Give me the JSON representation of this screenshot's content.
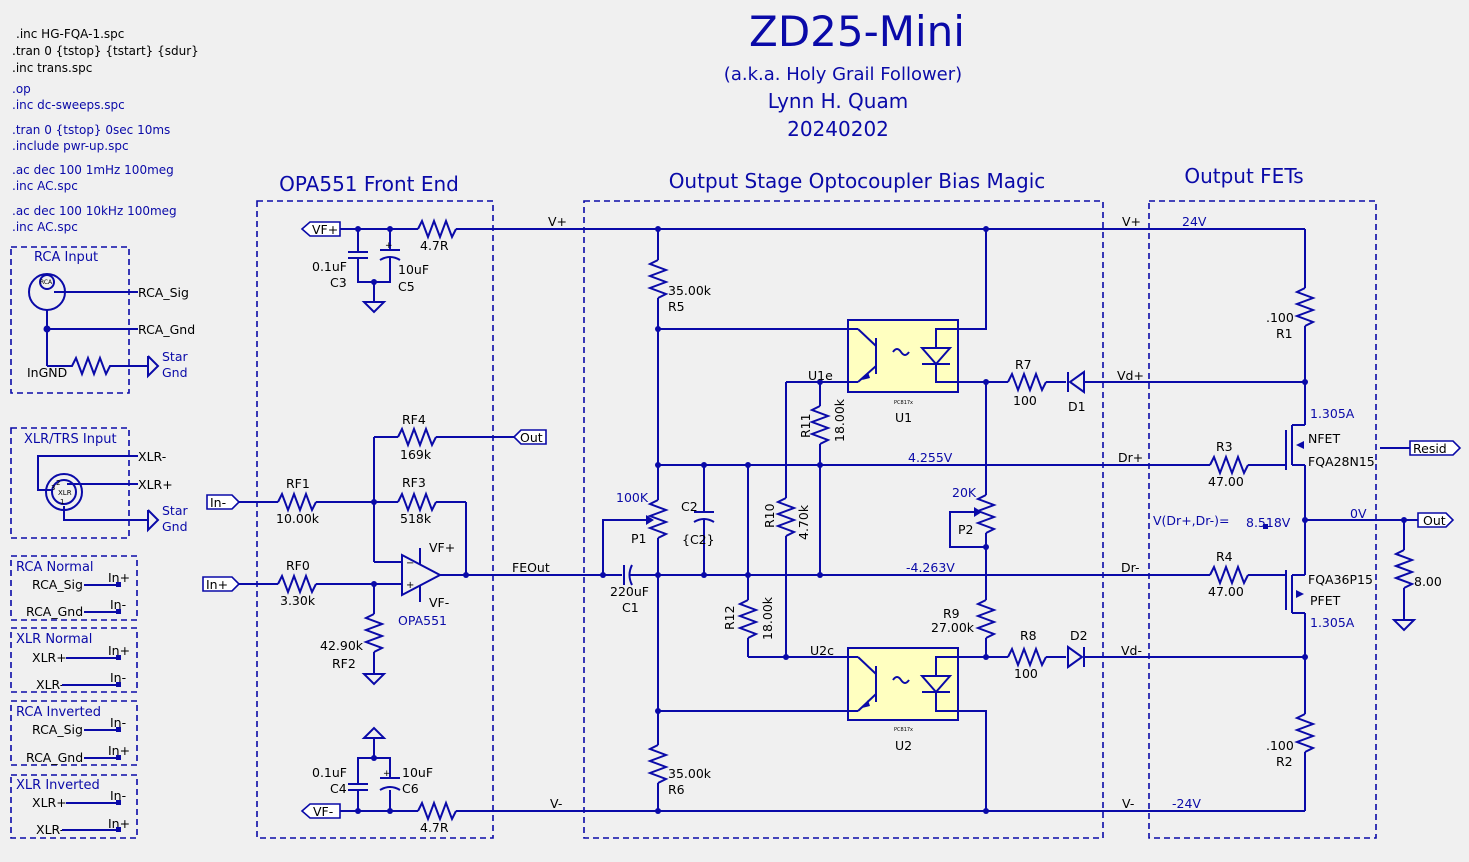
{
  "title": "ZD25-Mini",
  "subtitle": "(a.k.a. Holy Grail Follower)",
  "author": "Lynn H. Quam",
  "date": "20240202",
  "directives": [
    ".inc HG-FQA-1.spc",
    ".tran 0 {tstop} {tstart} {sdur}",
    ".inc trans.spc",
    ".op",
    ".inc dc-sweeps.spc",
    ".tran 0 {tstop} 0sec 10ms",
    ".include pwr-up.spc",
    ".ac dec 100 1mHz 100meg",
    ".inc AC.spc",
    ".ac dec 100 10kHz 100meg",
    ".inc AC.spc"
  ],
  "sections": {
    "front_end": "OPA551 Front End",
    "bias": "Output Stage Optocoupler Bias Magic",
    "fets": "Output FETs"
  },
  "input_blocks": {
    "rca": {
      "title": "RCA Input",
      "jack": "RCA",
      "sig": "RCA_Sig",
      "gnd": "RCA_Gnd",
      "ingnd": "InGND",
      "star": "Star",
      "gnd2": "Gnd"
    },
    "xlr": {
      "title": "XLR/TRS Input",
      "jack": "XLR",
      "pin2": "2",
      "pin3": "3",
      "pin1": "1",
      "minus": "XLR-",
      "plus": "XLR+",
      "star": "Star",
      "gnd": "Gnd"
    },
    "rca_normal": {
      "title": "RCA Normal",
      "a": "RCA_Sig",
      "b": "RCA_Gnd",
      "pa": "In+",
      "pb": "In-"
    },
    "xlr_normal": {
      "title": "XLR Normal",
      "a": "XLR+",
      "b": "XLR-",
      "pa": "In+",
      "pb": "In-"
    },
    "rca_inverted": {
      "title": "RCA Inverted",
      "a": "RCA_Sig",
      "b": "RCA_Gnd",
      "pa": "In-",
      "pb": "In+"
    },
    "xlr_inverted": {
      "title": "XLR Inverted",
      "a": "XLR+",
      "b": "XLR-",
      "pa": "In-",
      "pb": "In+"
    }
  },
  "ports": {
    "vfp": "VF+",
    "vfm": "VF-",
    "in_minus": "In-",
    "in_plus": "In+",
    "out": "Out",
    "out2": "Out",
    "resid": "Resid"
  },
  "nets": {
    "vplus": "V+",
    "vminus": "V-",
    "feout": "FEOut",
    "drp": "Dr+",
    "drm": "Dr-",
    "vdp": "Vd+",
    "vdm": "Vd-",
    "u1e": "U1e",
    "u2c": "U2c",
    "zero_v": "0V",
    "vplus2": "V+",
    "vminus2": "V-",
    "opa_vfp": "VF+",
    "opa_vfm": "VF-"
  },
  "values_dc": {
    "v24": "24V",
    "vm24": "-24V",
    "v4255": "4.255V",
    "vm4263": "-4.263V",
    "vdiff_label": "V(Dr+,Dr-)=",
    "vdiff": "8.518V",
    "i_top": "1.305A",
    "i_bot": "1.305A"
  },
  "components": {
    "c3": {
      "name": "C3",
      "value": "0.1uF"
    },
    "c5": {
      "name": "C5",
      "value": "10uF"
    },
    "r_top": {
      "value": "4.7R"
    },
    "c4": {
      "name": "C4",
      "value": "0.1uF"
    },
    "c6": {
      "name": "C6",
      "value": "10uF"
    },
    "r_bot": {
      "value": "4.7R"
    },
    "rf4": {
      "name": "RF4",
      "value": "169k"
    },
    "rf1": {
      "name": "RF1",
      "value": "10.00k"
    },
    "rf3": {
      "name": "RF3",
      "value": "518k"
    },
    "rf0": {
      "name": "RF0",
      "value": "3.30k"
    },
    "rf2": {
      "name": "RF2",
      "value": "42.90k"
    },
    "opamp": {
      "name": "OPA551"
    },
    "r5": {
      "name": "R5",
      "value": "35.00k"
    },
    "r6": {
      "name": "R6",
      "value": "35.00k"
    },
    "p1": {
      "name": "P1",
      "value": "100K"
    },
    "c2": {
      "name": "C2",
      "value": "{C2}"
    },
    "c1": {
      "name": "C1",
      "value": "220uF"
    },
    "r10": {
      "name": "R10",
      "value": "4.70k"
    },
    "r11": {
      "name": "R11",
      "value": "18.00k"
    },
    "r12": {
      "name": "R12",
      "value": "18.00k"
    },
    "u1": {
      "name": "U1",
      "part": "PC817x"
    },
    "u2": {
      "name": "U2",
      "part": "PC817x"
    },
    "p2": {
      "name": "P2",
      "value": "20K"
    },
    "r9": {
      "name": "R9",
      "value": "27.00k"
    },
    "r7": {
      "name": "R7",
      "value": "100"
    },
    "r8": {
      "name": "R8",
      "value": "100"
    },
    "d1": {
      "name": "D1"
    },
    "d2": {
      "name": "D2"
    },
    "r1": {
      "name": "R1",
      "value": ".100"
    },
    "r2": {
      "name": "R2",
      "value": ".100"
    },
    "r3": {
      "name": "R3",
      "value": "47.00"
    },
    "r4": {
      "name": "R4",
      "value": "47.00"
    },
    "q1": {
      "type": "NFET",
      "part": "FQA28N15"
    },
    "q2": {
      "type": "PFET",
      "part": "FQA36P15"
    },
    "rl": {
      "value": "8.00"
    }
  }
}
